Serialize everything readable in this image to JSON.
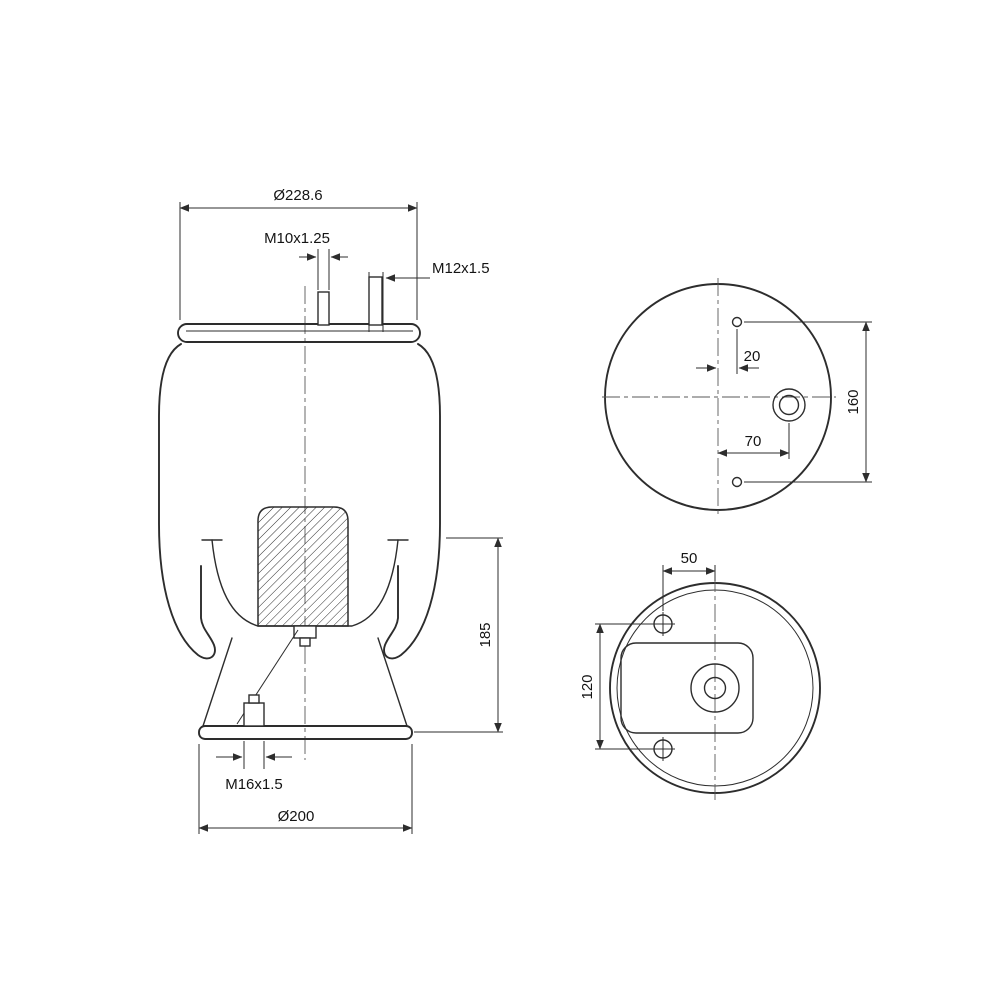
{
  "drawing": {
    "type": "technical-drawing",
    "subject": "air-spring-bellows",
    "line_color": "#2d2d2d",
    "background": "#ffffff",
    "labels": {
      "dia_top": "Ø228.6",
      "thread_top_center": "M10x1.25",
      "thread_top_side": "M12x1.5",
      "height": "185",
      "thread_bottom": "M16x1.5",
      "dia_bottom": "Ø200",
      "top_view_hole_offset": "20",
      "top_view_port_offset": "70",
      "top_view_hole_spacing": "160",
      "bottom_view_hole_offset": "50",
      "bottom_view_hole_spacing": "120"
    }
  }
}
